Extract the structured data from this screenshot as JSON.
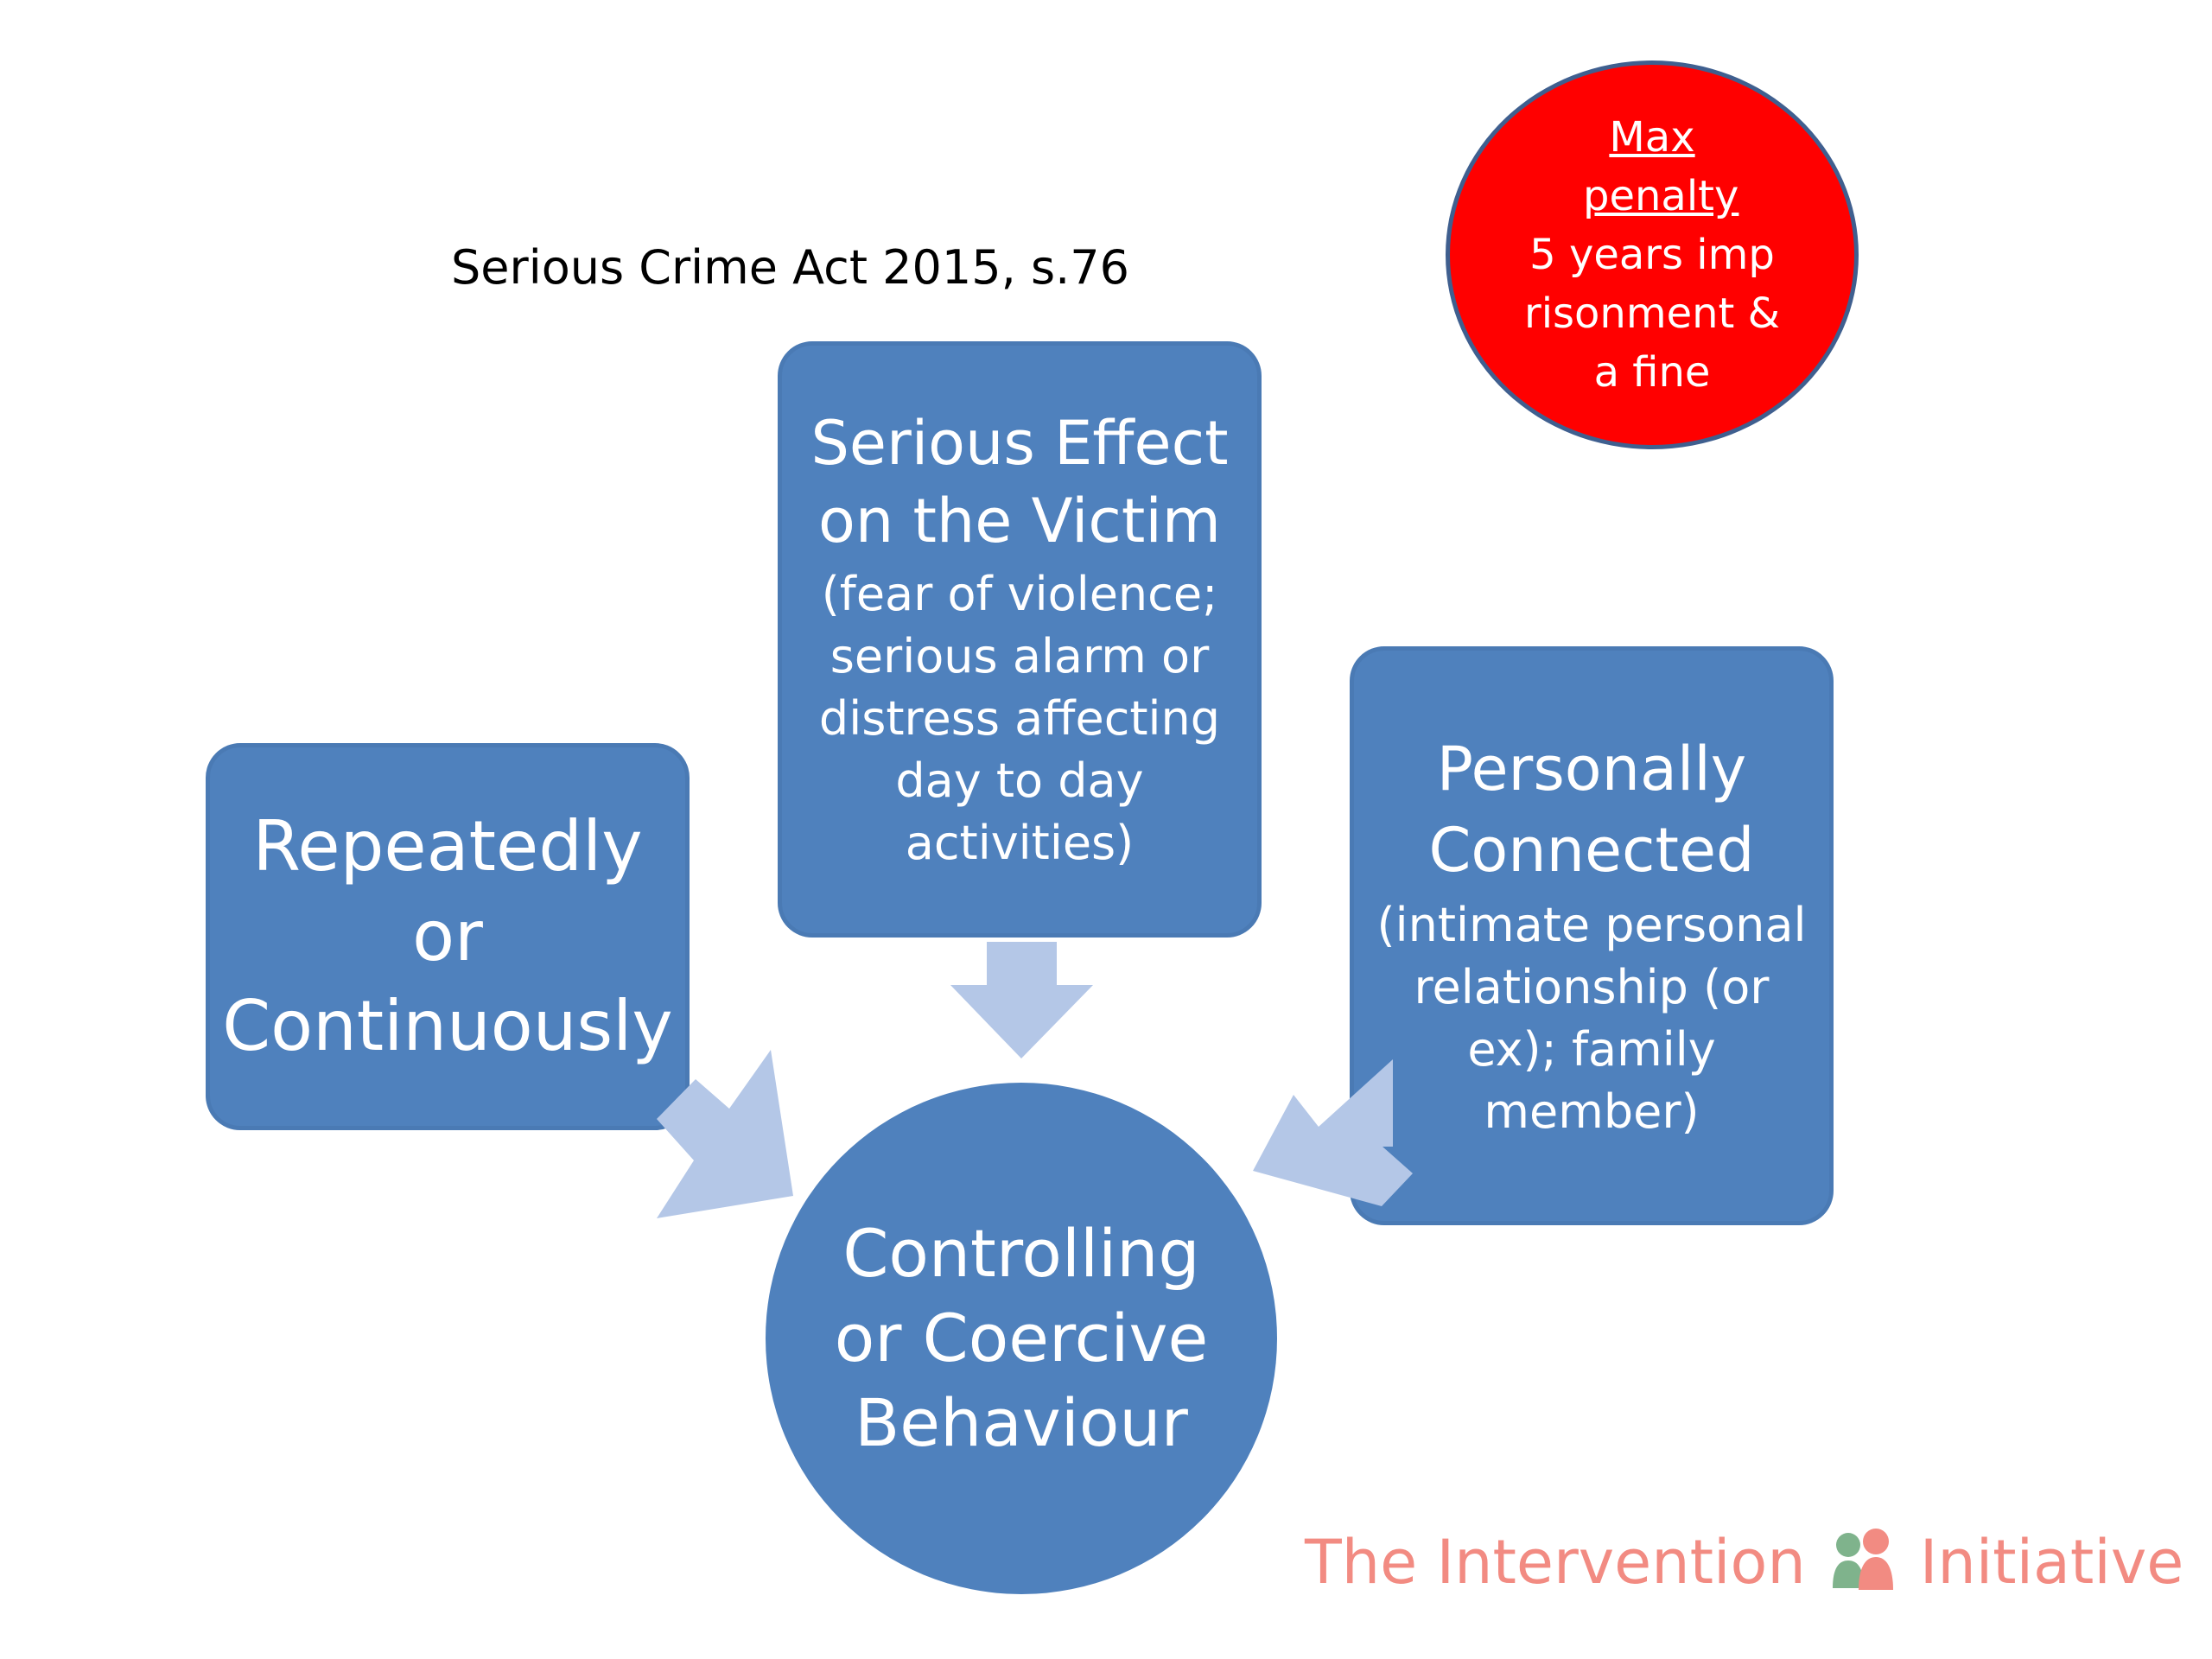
{
  "title": "Serious Crime Act 2015, s.76",
  "penalty": {
    "heading": "Max penalty",
    "body": "5 years imprisonment & a fine",
    "color": "#ff0000"
  },
  "nodes": {
    "left": {
      "main": "Repeatedly or Continuously",
      "detail": ""
    },
    "center": {
      "main": "Serious Effect on the Victim",
      "detail": "(fear of violence; serious alarm or distress affecting day to day activities)"
    },
    "right": {
      "main": "Personally Connected",
      "detail": "(intimate personal relationship (or ex); family member)"
    },
    "target": {
      "main": "Controlling or Coercive Behaviour"
    }
  },
  "logo": {
    "left_text": "The Intervention",
    "right_text": "Initiative",
    "icon": "two-people-icon",
    "color": "#f28b82"
  },
  "colors": {
    "node": "#4f81bd",
    "arrow": "#b4c7e7",
    "text": "#ffffff"
  }
}
